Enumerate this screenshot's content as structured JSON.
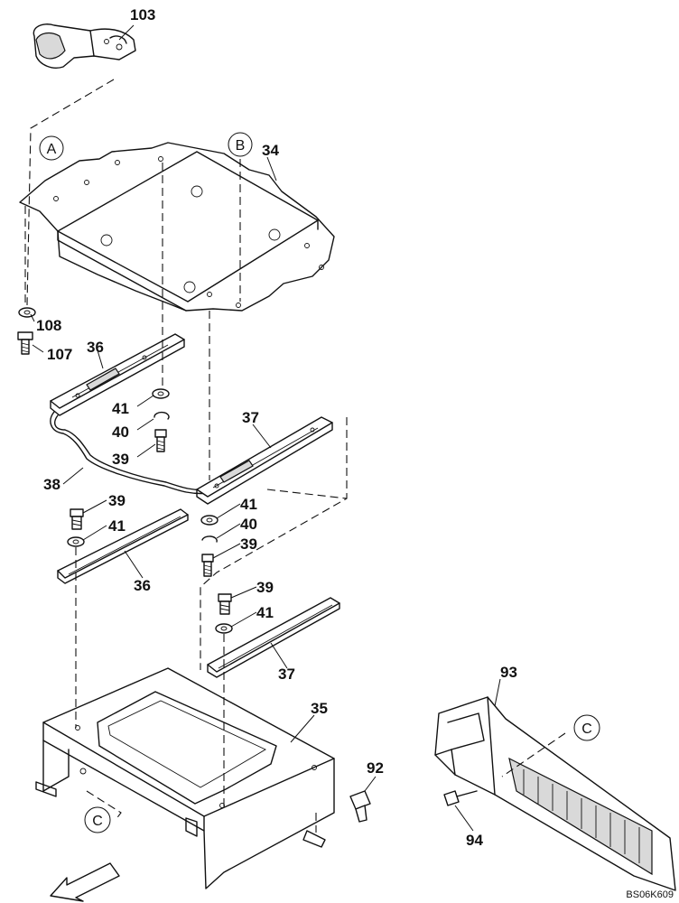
{
  "diagram_code": "BS06K609",
  "callouts": {
    "c103": "103",
    "c34": "34",
    "c108": "108",
    "c107": "107",
    "c36a": "36",
    "c41a": "41",
    "c40a": "40",
    "c39a": "39",
    "c38": "38",
    "c37a": "37",
    "c39b": "39",
    "c41b": "41",
    "c36b": "36",
    "c41c": "41",
    "c40b": "40",
    "c39c": "39",
    "c39d": "39",
    "c41d": "41",
    "c37b": "37",
    "c35": "35",
    "c93": "93",
    "c92": "92",
    "c94": "94"
  },
  "references": {
    "ref_a": "A",
    "ref_b": "B",
    "ref_c_left": "C",
    "ref_c_right": "C"
  }
}
